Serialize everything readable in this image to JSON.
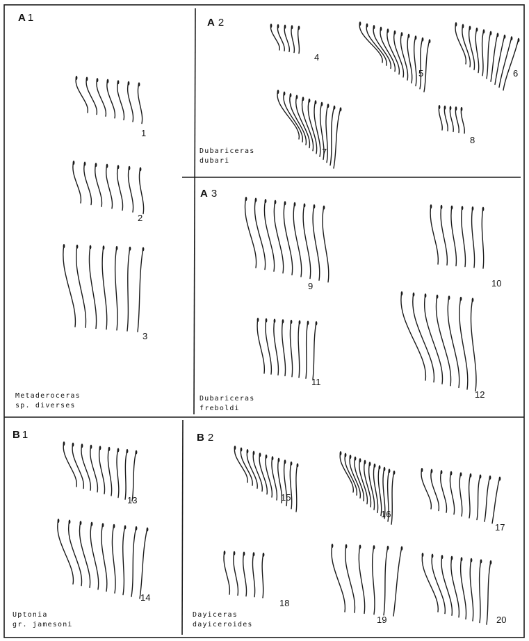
{
  "panels": [
    {
      "letter": "A",
      "num": "1",
      "taxon_line1": "Metaderoceras",
      "taxon_line2": "sp. diverses"
    },
    {
      "letter": "A",
      "num": "2",
      "taxon_line1": "Dubariceras",
      "taxon_line2": "dubari"
    },
    {
      "letter": "A",
      "num": "3",
      "taxon_line1": "Dubariceras",
      "taxon_line2": "freboldi"
    },
    {
      "letter": "B",
      "num": "1",
      "taxon_line1": "Uptonia",
      "taxon_line2": "gr. jamesoni"
    },
    {
      "letter": "B",
      "num": "2",
      "taxon_line1": "Dayiceras",
      "taxon_line2": "dayiceroides"
    }
  ],
  "figures": [
    {
      "number": "1",
      "ribs": 7,
      "curve": "moderate"
    },
    {
      "number": "2",
      "ribs": 7,
      "curve": "moderate"
    },
    {
      "number": "3",
      "ribs": 7,
      "curve": "gentle"
    },
    {
      "number": "4",
      "ribs": 5,
      "curve": "gentle"
    },
    {
      "number": "5",
      "ribs": 11,
      "curve": "strong"
    },
    {
      "number": "6",
      "ribs": 10,
      "curve": "strong"
    },
    {
      "number": "7",
      "ribs": 11,
      "curve": "strong"
    },
    {
      "number": "8",
      "ribs": 5,
      "curve": "gentle"
    },
    {
      "number": "9",
      "ribs": 9,
      "curve": "moderate"
    },
    {
      "number": "10",
      "ribs": 6,
      "curve": "gentle"
    },
    {
      "number": "11",
      "ribs": 8,
      "curve": "gentle"
    },
    {
      "number": "12",
      "ribs": 7,
      "curve": "moderate"
    },
    {
      "number": "13",
      "ribs": 9,
      "curve": "moderate"
    },
    {
      "number": "14",
      "ribs": 9,
      "curve": "moderate"
    },
    {
      "number": "15",
      "ribs": 11,
      "curve": "strong"
    },
    {
      "number": "16",
      "ribs": 12,
      "curve": "strong"
    },
    {
      "number": "17",
      "ribs": 9,
      "curve": "moderate"
    },
    {
      "number": "18",
      "ribs": 5,
      "curve": "gentle"
    },
    {
      "number": "19",
      "ribs": 6,
      "curve": "gentle"
    },
    {
      "number": "20",
      "ribs": 8,
      "curve": "moderate"
    }
  ],
  "style": {
    "ink": "#1a1a1a",
    "paper": "#ffffff"
  }
}
